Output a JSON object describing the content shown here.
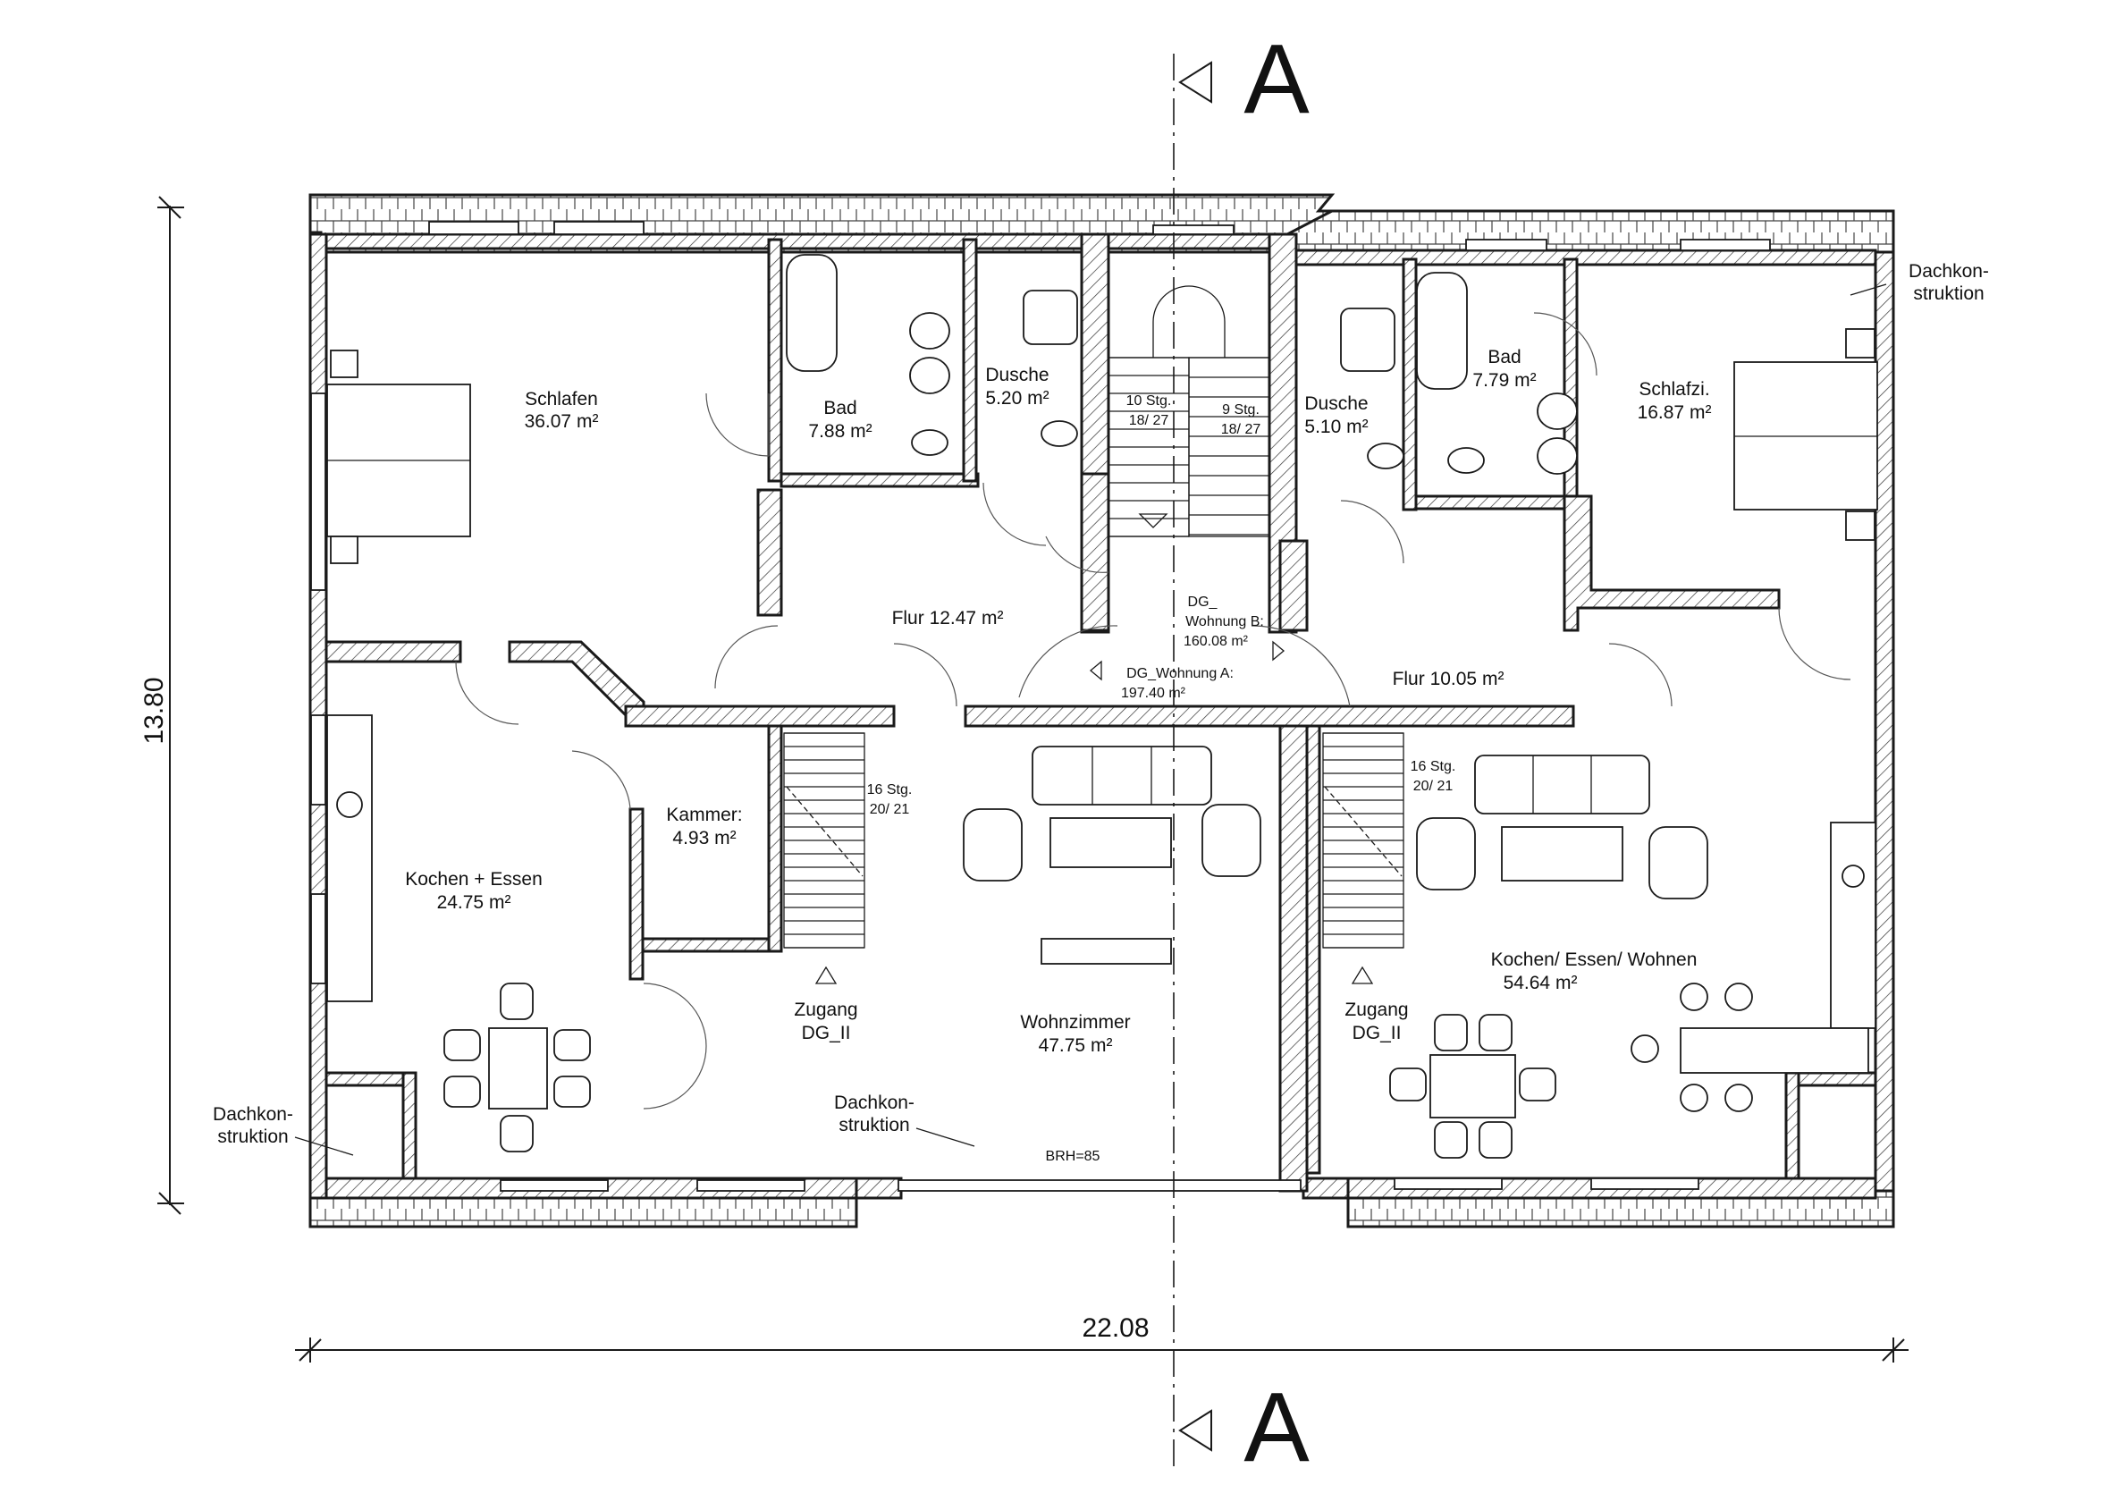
{
  "rooms": {
    "schlafen": {
      "name": "Schlafen",
      "area": "36.07 m²"
    },
    "bad_a": {
      "name": "Bad",
      "area": "7.88 m²"
    },
    "dusche_a": {
      "name": "Dusche",
      "area": "5.20 m²"
    },
    "dusche_b": {
      "name": "Dusche",
      "area": "5.10 m²"
    },
    "bad_b": {
      "name": "Bad",
      "area": "7.79 m²"
    },
    "schlafzi": {
      "name": "Schlafzi.",
      "area": "16.87 m²"
    },
    "flur_a": {
      "label": "Flur 12.47 m²"
    },
    "flur_b": {
      "label": "Flur 10.05 m²"
    },
    "kammer": {
      "name": "Kammer:",
      "area": "4.93 m²"
    },
    "kochen_essen": {
      "name": "Kochen + Essen",
      "area": "24.75 m²"
    },
    "wohnzimmer": {
      "name": "Wohnzimmer",
      "area": "47.75 m²"
    },
    "kochen_essen_wohnen": {
      "name": "Kochen/ Essen/ Wohnen",
      "area": "54.64 m²"
    }
  },
  "stairs": {
    "main_left": {
      "steps": "10 Stg.",
      "ratio": "18/ 27"
    },
    "main_right": {
      "steps": "9 Stg.",
      "ratio": "18/ 27"
    },
    "stair_a": {
      "steps": "16 Stg.",
      "ratio": "20/ 21"
    },
    "stair_b": {
      "steps": "16 Stg.",
      "ratio": "20/ 21"
    }
  },
  "units": {
    "wohnung_a": {
      "line1": "DG_Wohnung A:",
      "line2": "197.40 m²"
    },
    "wohnung_b": {
      "line1": "DG_",
      "line2": "Wohnung B:",
      "line3": "160.08 m²"
    }
  },
  "access": {
    "zugang_a": {
      "line1": "Zugang",
      "line2": "DG_II"
    },
    "zugang_b": {
      "line1": "Zugang",
      "line2": "DG_II"
    }
  },
  "annotations": {
    "dach_top_right": {
      "line1": "Dachkon-",
      "line2": "struktion"
    },
    "dach_bottom_left": {
      "line1": "Dachkon-",
      "line2": "struktion"
    },
    "dach_bottom_mid": {
      "line1": "Dachkon-",
      "line2": "struktion"
    },
    "brh": "BRH=85"
  },
  "dimensions": {
    "width": "22.08",
    "height": "13.80"
  },
  "section": {
    "top": "A",
    "bottom": "A"
  }
}
